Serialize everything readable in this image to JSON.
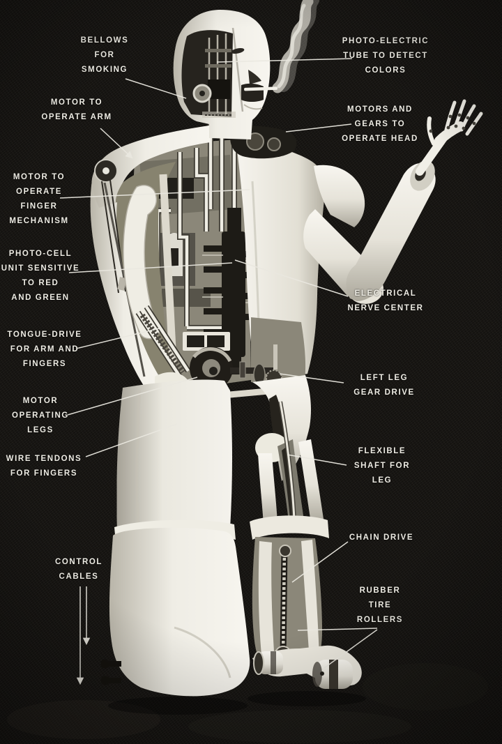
{
  "theme": {
    "background": "#191714",
    "label_color": "#eeece4",
    "leader_line_color": "#e9e7df",
    "body_light": "#f2f0e9",
    "cutaway_gray": "#8b8779",
    "mechanism_dark": "#1d1b16"
  },
  "labels": [
    {
      "id": "bellows-for-smoking",
      "text": "BELLOWS\nFOR\nSMOKING"
    },
    {
      "id": "photo-electric-tube",
      "text": "PHOTO-ELECTRIC\nTUBE TO DETECT\nCOLORS"
    },
    {
      "id": "motor-to-operate-arm",
      "text": "MOTOR TO\nOPERATE ARM"
    },
    {
      "id": "motors-gears-head",
      "text": "MOTORS AND\nGEARS TO\nOPERATE HEAD"
    },
    {
      "id": "motor-finger-mechanism",
      "text": "MOTOR TO\nOPERATE\nFINGER\nMECHANISM"
    },
    {
      "id": "photo-cell-unit",
      "text": "PHOTO-CELL\nUNIT SENSITIVE\nTO RED\nAND GREEN"
    },
    {
      "id": "electrical-nerve-center",
      "text": "ELECTRICAL\nNERVE CENTER"
    },
    {
      "id": "tongue-drive",
      "text": "TONGUE-DRIVE\nFOR ARM AND\nFINGERS"
    },
    {
      "id": "left-leg-gear-drive",
      "text": "LEFT LEG\nGEAR DRIVE"
    },
    {
      "id": "motor-operating-legs",
      "text": "MOTOR\nOPERATING\nLEGS"
    },
    {
      "id": "wire-tendons-fingers",
      "text": "WIRE TENDONS\nFOR FINGERS"
    },
    {
      "id": "flexible-shaft-leg",
      "text": "FLEXIBLE\nSHAFT FOR\nLEG"
    },
    {
      "id": "chain-drive",
      "text": "CHAIN DRIVE"
    },
    {
      "id": "control-cables",
      "text": "CONTROL\nCABLES"
    },
    {
      "id": "rubber-tire-rollers",
      "text": "RUBBER\nTIRE\nROLLERS"
    }
  ]
}
